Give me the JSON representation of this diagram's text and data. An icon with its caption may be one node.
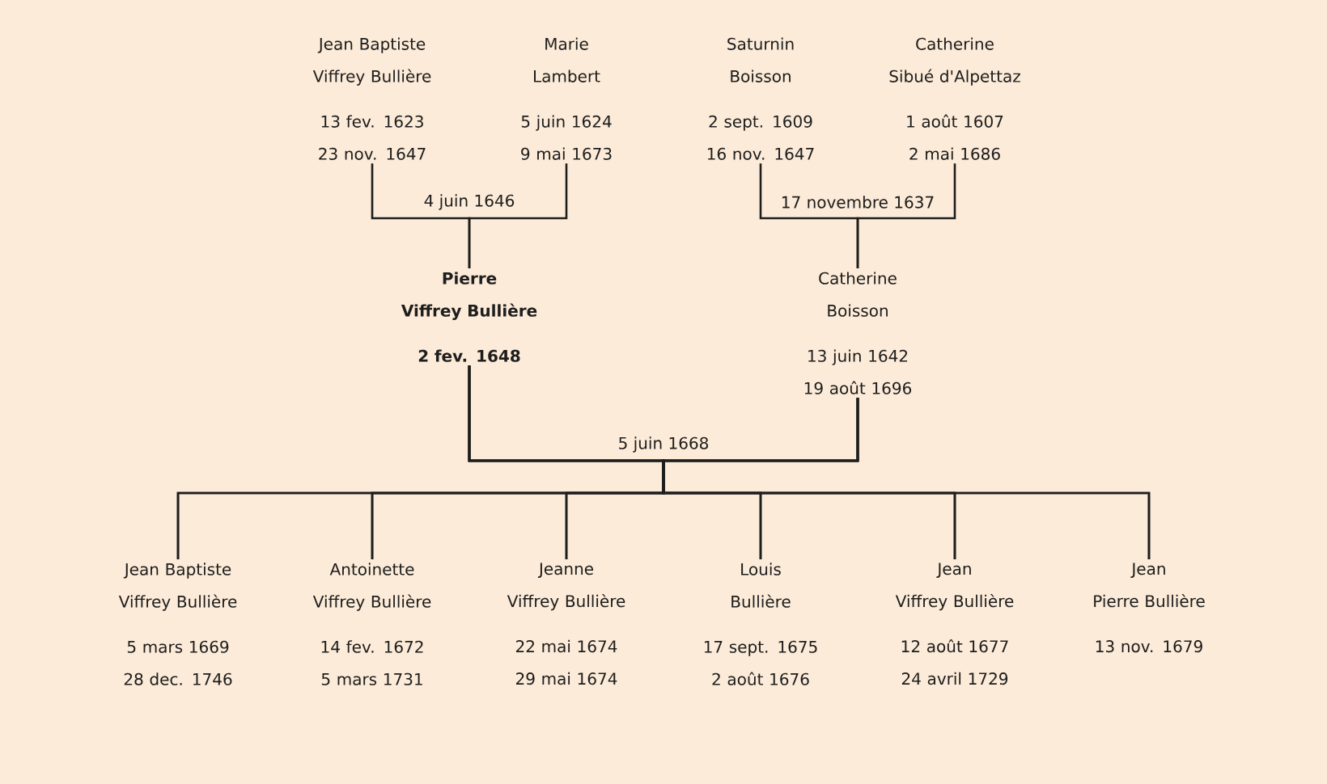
{
  "diagram": {
    "nodes": [
      {
        "text": [
          "Jean Baptiste Viffrey Bullière",
          "13 fev. 1623",
          "23 nov. 1647"
        ]
      },
      {
        "text": [
          "Marie Lambert",
          "5 juin 1624",
          "9 mai 1673"
        ]
      },
      {
        "text": [
          "Saturnin Boisson",
          "2 sept. 1609",
          "16 nov. 1647"
        ]
      },
      {
        "text": [
          "Catherine Sibué d'Alpettaz",
          "1 août 1607",
          "2 mai 1686"
        ]
      },
      {
        "text": [
          "Pierre Viffrey Bullière",
          "2 fev. 1648"
        ]
      },
      {
        "text": [
          "Catherine Boisson",
          "13 juin 1642",
          "19 août 1696"
        ]
      },
      {
        "text": [
          "Jean Baptiste Viffrey Bullière",
          "5 mars 1669",
          "28 dec. 1746"
        ]
      },
      {
        "text": [
          "Antoinette Viffrey Bullière",
          "14 fev. 1672",
          "5 mars 1731"
        ]
      },
      {
        "text": [
          "Jeanne Viffrey Bullière",
          "22 mai 1674",
          "29 mai 1674"
        ]
      },
      {
        "text": [
          "Louis Bullière",
          "17 sept. 1675",
          "2 août 1676"
        ]
      },
      {
        "text": [
          "Jean Viffrey Bullière",
          "12 août 1677",
          "24 avril 1729"
        ]
      },
      {
        "text": [
          "Jean Pierre Bullière",
          "13 nov. 1679"
        ]
      }
    ],
    "edges": [
      {
        "from": 0,
        "to": 4,
        "arrow": "none"
      },
      {
        "from": 1,
        "to": 4,
        "arrow": "none"
      },
      {
        "from": 2,
        "to": 5,
        "arrow": "none"
      },
      {
        "from": 3,
        "to": 5,
        "arrow": "none"
      },
      {
        "from": 4,
        "to": 6,
        "arrow": "none"
      },
      {
        "from": 4,
        "to": 7,
        "arrow": "none"
      },
      {
        "from": 4,
        "to": 8,
        "arrow": "none"
      },
      {
        "from": 4,
        "to": 9,
        "arrow": "none"
      },
      {
        "from": 4,
        "to": 10,
        "arrow": "none"
      },
      {
        "from": 4,
        "to": 11,
        "arrow": "none"
      },
      {
        "from": 5,
        "to": 6,
        "arrow": "none"
      },
      {
        "from": 5,
        "to": 7,
        "arrow": "none"
      },
      {
        "from": 5,
        "to": 8,
        "arrow": "none"
      },
      {
        "from": 5,
        "to": 9,
        "arrow": "none"
      },
      {
        "from": 5,
        "to": 10,
        "arrow": "none"
      },
      {
        "from": 5,
        "to": 11,
        "arrow": "none"
      }
    ],
    "labels": [
      "4 juin 1646",
      "17 novembre 1637",
      "5 juin 1668"
    ]
  }
}
